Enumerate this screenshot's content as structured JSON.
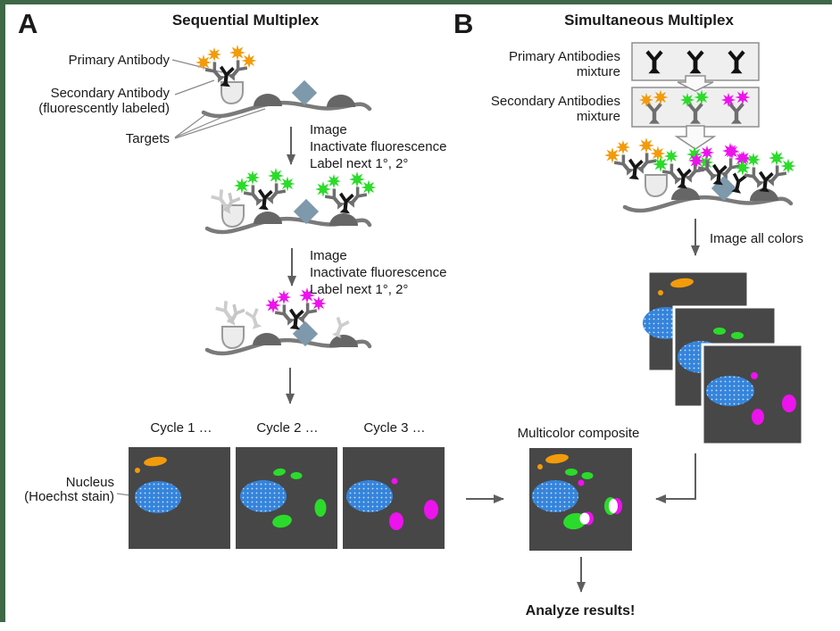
{
  "figure": {
    "panel_a": {
      "letter": "A",
      "title": "Sequential Multiplex",
      "primary_antibody_label": "Primary Antibody",
      "secondary_antibody_label_line1": "Secondary Antibody",
      "secondary_antibody_label_line2": "(fluorescently labeled)",
      "targets_label": "Targets",
      "step": {
        "line1": "Image",
        "line2": "Inactivate fluorescence",
        "line3": "Label next 1°, 2°"
      },
      "cycle_labels": [
        "Cycle 1 …",
        "Cycle 2 …",
        "Cycle 3 …"
      ],
      "nucleus_label_line1": "Nucleus",
      "nucleus_label_line2": "(Hoechst stain)"
    },
    "panel_b": {
      "letter": "B",
      "title": "Simultaneous Multiplex",
      "primary_mixture_line1": "Primary Antibodies",
      "primary_mixture_line2": "mixture",
      "secondary_mixture_line1": "Secondary Antibodies",
      "secondary_mixture_line2": "mixture",
      "image_all_colors_label": "Image all colors",
      "composite_label": "Multicolor composite",
      "analyze_label": "Analyze results!"
    },
    "icons": {
      "antibody-icon": "Y-shape",
      "fluorophore-icon": "8-point-star",
      "arrow-icon": "thin line with solid triangular head",
      "block-arrow-icon": "outlined downward block arrow"
    },
    "colors": {
      "fluor_orange": "#F29B0B",
      "fluor_green": "#2BDB2B",
      "fluor_magenta": "#EC13EC",
      "nucleus_blue": "#3584DB",
      "image_panel_background": "#474747",
      "membrane_gray": "#7A7A7A",
      "target_dark_gray": "#666666",
      "diamond_slate": "#7E99AB",
      "faded_antibody_gray": "#CDCDCD",
      "frame_green": "#3F6847"
    }
  }
}
